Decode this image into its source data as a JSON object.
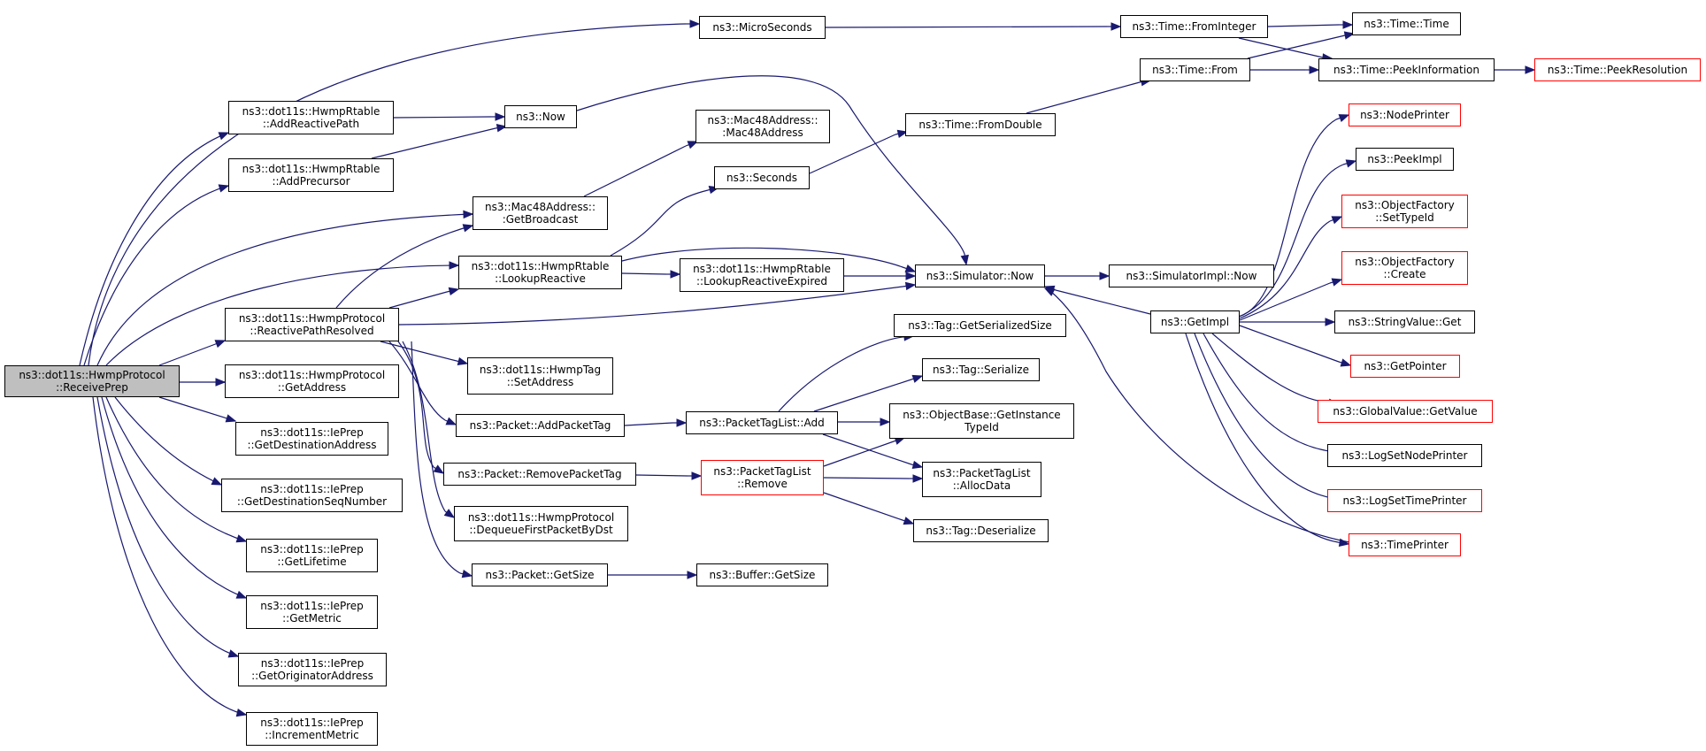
{
  "diagram": {
    "type": "call-graph",
    "edge_color": "#191970",
    "root_fill": "#bfbfbf",
    "truncated_border_color": "#ff0000",
    "nodes": {
      "receiveprep": [
        "ns3::dot11s::HwmpProtocol",
        "::ReceivePrep"
      ],
      "microseconds": [
        "ns3::MicroSeconds"
      ],
      "time_frominteger": [
        "ns3::Time::FromInteger"
      ],
      "time_time": [
        "ns3::Time::Time"
      ],
      "time_peekinformation": [
        "ns3::Time::PeekInformation"
      ],
      "time_peekresolution": [
        "ns3::Time::PeekResolution"
      ],
      "time_from": [
        "ns3::Time::From"
      ],
      "time_fromdouble": [
        "ns3::Time::FromDouble"
      ],
      "addreactivepath": [
        "ns3::dot11s::HwmpRtable",
        "::AddReactivePath"
      ],
      "addprecursor": [
        "ns3::dot11s::HwmpRtable",
        "::AddPrecursor"
      ],
      "now": [
        "ns3::Now"
      ],
      "mac48address_ctor": [
        "ns3::Mac48Address::",
        ":Mac48Address"
      ],
      "seconds": [
        "ns3::Seconds"
      ],
      "getbroadcast": [
        "ns3::Mac48Address::",
        ":GetBroadcast"
      ],
      "lookupreactive": [
        "ns3::dot11s::HwmpRtable",
        "::LookupReactive"
      ],
      "lookupreactiveexpired": [
        "ns3::dot11s::HwmpRtable",
        "::LookupReactiveExpired"
      ],
      "simulator_now": [
        "ns3::Simulator::Now"
      ],
      "simulatorimpl_now": [
        "ns3::SimulatorImpl::Now"
      ],
      "reactivepathresolved": [
        "ns3::dot11s::HwmpProtocol",
        "::ReactivePathResolved"
      ],
      "getimpl": [
        "ns3::GetImpl"
      ],
      "nodeprinter": [
        "ns3::NodePrinter"
      ],
      "peekimpl": [
        "ns3::PeekImpl"
      ],
      "objectfactory_settypeid": [
        "ns3::ObjectFactory",
        "::SetTypeId"
      ],
      "objectfactory_create": [
        "ns3::ObjectFactory",
        "::Create"
      ],
      "stringvalue_get": [
        "ns3::StringValue::Get"
      ],
      "getpointer": [
        "ns3::GetPointer"
      ],
      "globalvalue_getvalue": [
        "ns3::GlobalValue::GetValue"
      ],
      "logsetnodeprinter": [
        "ns3::LogSetNodePrinter"
      ],
      "logsettimeprinter": [
        "ns3::LogSetTimePrinter"
      ],
      "timeprinter": [
        "ns3::TimePrinter"
      ],
      "getaddress": [
        "ns3::dot11s::HwmpProtocol",
        "::GetAddress"
      ],
      "getdestinationaddress": [
        "ns3::dot11s::IePrep",
        "::GetDestinationAddress"
      ],
      "getdestinationseqnumber": [
        "ns3::dot11s::IePrep",
        "::GetDestinationSeqNumber"
      ],
      "getlifetime": [
        "ns3::dot11s::IePrep",
        "::GetLifetime"
      ],
      "getmetric": [
        "ns3::dot11s::IePrep",
        "::GetMetric"
      ],
      "getoriginatoraddress": [
        "ns3::dot11s::IePrep",
        "::GetOriginatorAddress"
      ],
      "incrementmetric": [
        "ns3::dot11s::IePrep",
        "::IncrementMetric"
      ],
      "hwmptag_setaddress": [
        "ns3::dot11s::HwmpTag",
        "::SetAddress"
      ],
      "addpackettag": [
        "ns3::Packet::AddPacketTag"
      ],
      "removepackettag": [
        "ns3::Packet::RemovePacketTag"
      ],
      "dequeuefirstpacketbydst": [
        "ns3::dot11s::HwmpProtocol",
        "::DequeueFirstPacketByDst"
      ],
      "packet_getsize": [
        "ns3::Packet::GetSize"
      ],
      "buffer_getsize": [
        "ns3::Buffer::GetSize"
      ],
      "packettaglist_add": [
        "ns3::PacketTagList::Add"
      ],
      "packettaglist_remove": [
        "ns3::PacketTagList",
        "::Remove"
      ],
      "tag_getserializedsize": [
        "ns3::Tag::GetSerializedSize"
      ],
      "tag_serialize": [
        "ns3::Tag::Serialize"
      ],
      "objectbase_getinstancetypeid": [
        "ns3::ObjectBase::GetInstance",
        "TypeId"
      ],
      "packettaglist_allocdata": [
        "ns3::PacketTagList",
        "::AllocData"
      ],
      "tag_deserialize": [
        "ns3::Tag::Deserialize"
      ]
    }
  }
}
